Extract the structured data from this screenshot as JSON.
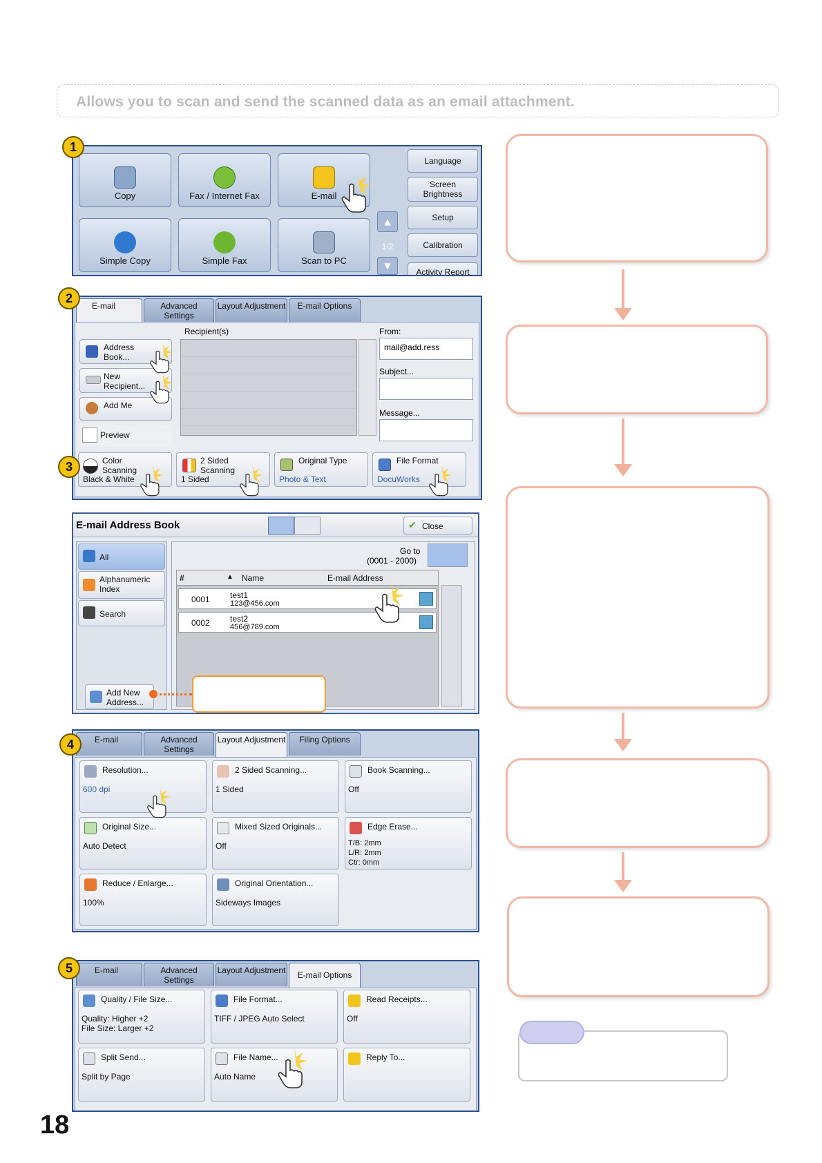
{
  "header": {
    "text": "Allows you to scan and send the scanned data as an email attachment."
  },
  "page_number": "18",
  "badges": [
    "1",
    "2",
    "3",
    "4",
    "5"
  ],
  "step1": {
    "buttons": [
      {
        "label": "Copy",
        "icon": "copy-icon"
      },
      {
        "label": "Fax / Internet Fax",
        "icon": "fax-icon"
      },
      {
        "label": "E-mail",
        "icon": "email-icon"
      },
      {
        "label": "Simple Copy",
        "icon": "simple-copy-icon"
      },
      {
        "label": "Simple Fax",
        "icon": "simple-fax-icon"
      },
      {
        "label": "Scan to PC",
        "icon": "scan-to-pc-icon"
      }
    ],
    "page_indicator": "1/2",
    "side": [
      "Language",
      "Screen Brightness",
      "Setup",
      "Calibration",
      "Activity Report"
    ]
  },
  "step2": {
    "tabs": [
      "E-mail",
      "Advanced Settings",
      "Layout Adjustment",
      "E-mail Options"
    ],
    "recipients_label": "Recipient(s)",
    "buttons": [
      "Address Book...",
      "New Recipient...",
      "Add Me",
      "Preview"
    ],
    "from_label": "From:",
    "from_value": "mail@add.ress",
    "subject_label": "Subject...",
    "message_label": "Message...",
    "options": [
      {
        "title": "Color Scanning",
        "value": "Black & White"
      },
      {
        "title": "2 Sided Scanning",
        "value": "1 Sided"
      },
      {
        "title": "Original Type",
        "value": "Photo & Text"
      },
      {
        "title": "File Format",
        "value": "DocuWorks"
      }
    ]
  },
  "address_book": {
    "title": "E-mail Address Book",
    "close": "Close",
    "left": [
      "All",
      "Alphanumeric Index",
      "Search"
    ],
    "add_new": "Add New Address...",
    "goto_label": "Go to",
    "goto_range": "(0001 - 2000)",
    "columns": [
      "#",
      "Name",
      "E-mail Address"
    ],
    "rows": [
      {
        "num": "0001",
        "name": "test1",
        "email": "123@456.com"
      },
      {
        "num": "0002",
        "name": "test2",
        "email": "456@789.com"
      }
    ]
  },
  "step4": {
    "tabs": [
      "E-mail",
      "Advanced Settings",
      "Layout Adjustment",
      "Filing Options"
    ],
    "items": [
      {
        "title": "Resolution...",
        "value": "600 dpi"
      },
      {
        "title": "2 Sided Scanning...",
        "value": "1 Sided"
      },
      {
        "title": "Book Scanning...",
        "value": "Off"
      },
      {
        "title": "Original Size...",
        "value": "Auto Detect"
      },
      {
        "title": "Mixed Sized Originals...",
        "value": "Off"
      },
      {
        "title": "Edge Erase...",
        "value": "T/B: 2mm\nL/R: 2mm\nCtr: 0mm"
      },
      {
        "title": "Reduce / Enlarge...",
        "value": "100%"
      },
      {
        "title": "Original Orientation...",
        "value": "Sideways Images"
      }
    ]
  },
  "step5": {
    "tabs": [
      "E-mail",
      "Advanced Settings",
      "Layout Adjustment",
      "E-mail Options"
    ],
    "items": [
      {
        "title": "Quality / File Size...",
        "value": "Quality: Higher +2\nFile Size: Larger +2"
      },
      {
        "title": "File Format...",
        "value": "TIFF / JPEG Auto Select"
      },
      {
        "title": "Read Receipts...",
        "value": "Off"
      },
      {
        "title": "Split Send...",
        "value": "Split by Page"
      },
      {
        "title": "File Name...",
        "value": "Auto Name"
      },
      {
        "title": "Reply To...",
        "value": ""
      }
    ]
  },
  "colors": {
    "panel_border": "#2b4e8c",
    "flow_border": "#f2b8a5",
    "badge": "#f4c40f",
    "accent_orange": "#f06a1e"
  }
}
